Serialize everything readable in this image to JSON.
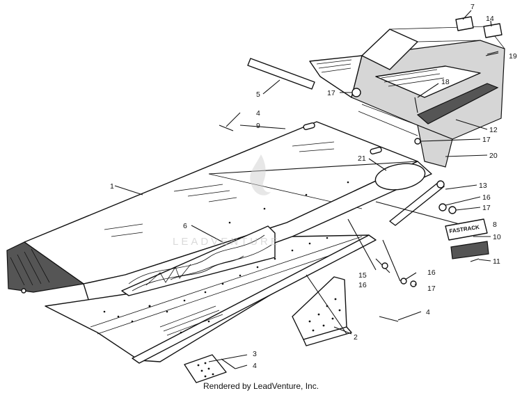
{
  "diagram": {
    "callouts": [
      "1",
      "2",
      "3",
      "4",
      "5",
      "6",
      "7",
      "8",
      "9",
      "10",
      "11",
      "12",
      "13",
      "14",
      "15",
      "16",
      "17",
      "18",
      "19",
      "20",
      "21"
    ],
    "decal_text": "FASTRACK",
    "watermark": "LEADVENTURE"
  },
  "footer": "Rendered by LeadVenture, Inc."
}
